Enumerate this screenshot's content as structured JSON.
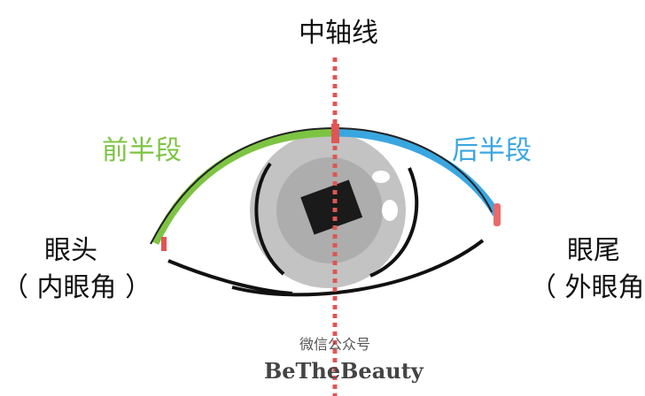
{
  "title": "中轴线",
  "front_half": "前半段",
  "back_half": "后半段",
  "inner_label": "眼头",
  "inner_sub": "（ 内眼角 ）",
  "outer_label": "眼尾",
  "outer_sub": "（ 外眼角",
  "watermark_top": "微信公众号",
  "watermark_brand": "BeTheBeauty",
  "colors": {
    "front": "#7dc443",
    "back": "#3aa6e0",
    "axis": "#e05555",
    "iris": "#b5b5b5",
    "pupil": "#1a1a1a"
  }
}
